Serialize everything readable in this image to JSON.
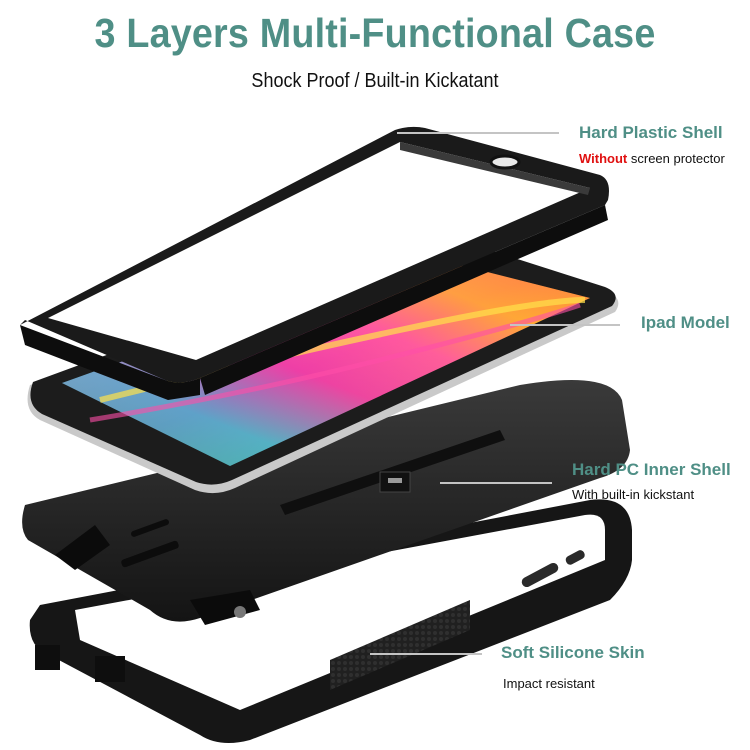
{
  "header": {
    "title": "3 Layers Multi-Functional Case",
    "subtitle": "Shock Proof / Built-in Kickatant"
  },
  "callouts": [
    {
      "title": "Hard Plastic Shell",
      "desc_highlight": "Without",
      "desc": " screen protector"
    },
    {
      "title": "Ipad Model",
      "desc": ""
    },
    {
      "title": "Hard PC Inner Shell",
      "desc": "With built-in kickstant"
    },
    {
      "title": "Soft Silicone Skin",
      "desc": "Impact resistant"
    }
  ],
  "colors": {
    "accent_teal": "#4f8f86",
    "highlight_red": "#e01010",
    "case_black": "#1b1b1b",
    "callout_line": "#c4c4c4"
  }
}
